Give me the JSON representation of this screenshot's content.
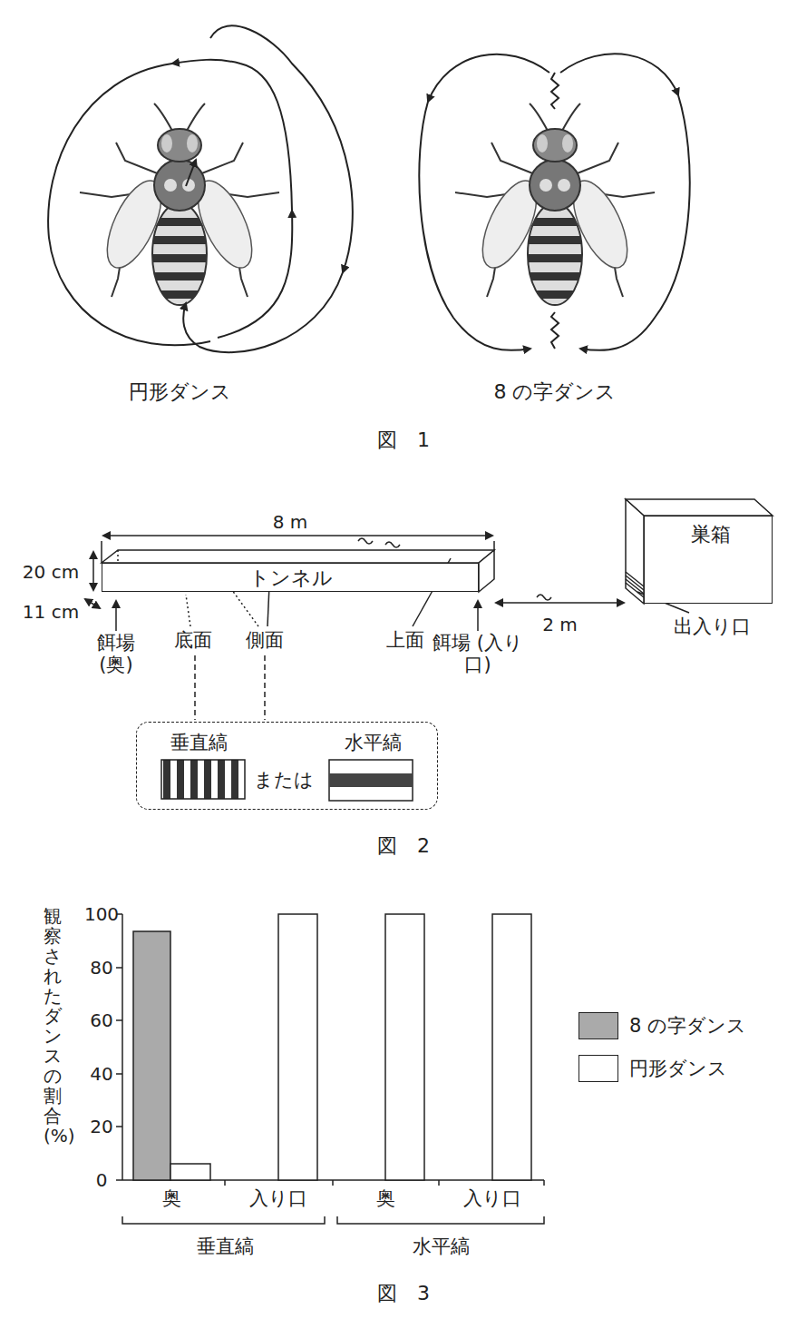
{
  "diagram": {
    "nodes": [
      {
        "text": [
          "トンネル"
        ]
      },
      {
        "text": [
          "巣箱"
        ]
      },
      {
        "text": [
          "垂直縞",
          "または",
          "水平縞"
        ]
      }
    ],
    "edges": [
      {
        "from": 0,
        "to": 1,
        "arrow": "both",
        "label": "2 m"
      }
    ],
    "labels": [
      "円形ダンス",
      "8 の字ダンス",
      "図　1",
      "8 m",
      "20 cm",
      "11 cm",
      "餌場 (奥)",
      "底面",
      "側面",
      "上面",
      "餌場 (入り口)",
      "出入り口",
      "図　2",
      "100",
      "80",
      "60",
      "40",
      "20",
      "0",
      "奥",
      "入り口",
      "奥",
      "入り口",
      "垂直縞",
      "水平縞",
      "図　3",
      "観察されたダンスの割合(%)"
    ],
    "legend": [
      {
        "text": "8 の字ダンス",
        "color": "#aaaaaa"
      },
      {
        "text": "円形ダンス",
        "color": "#ffffff"
      }
    ]
  }
}
